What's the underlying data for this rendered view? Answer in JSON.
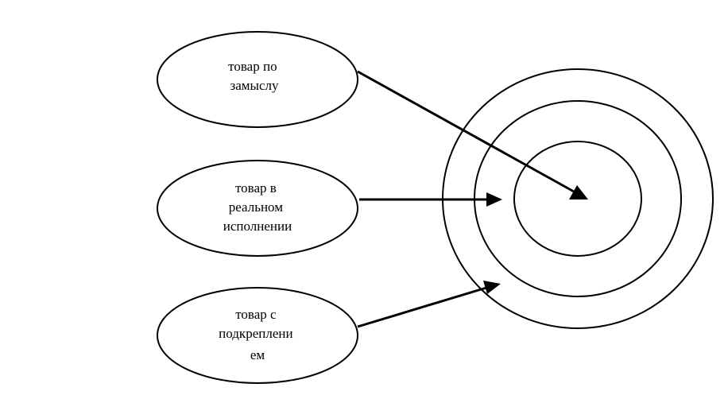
{
  "diagram": {
    "nodes": [
      {
        "id": "concept",
        "lines": [
          "товар по",
          "замыслу"
        ]
      },
      {
        "id": "actual",
        "lines": [
          "товар в",
          "реальном",
          "исполнении"
        ]
      },
      {
        "id": "augmented",
        "lines": [
          "товар с",
          "подкреплени",
          "ем"
        ]
      }
    ],
    "target": {
      "rings": 3
    },
    "edges": [
      {
        "from": "concept",
        "to": "target-center"
      },
      {
        "from": "actual",
        "to": "target-inner-ring"
      },
      {
        "from": "augmented",
        "to": "target-middle-ring"
      }
    ],
    "colors": {
      "stroke": "#000000",
      "background": "#ffffff"
    }
  }
}
